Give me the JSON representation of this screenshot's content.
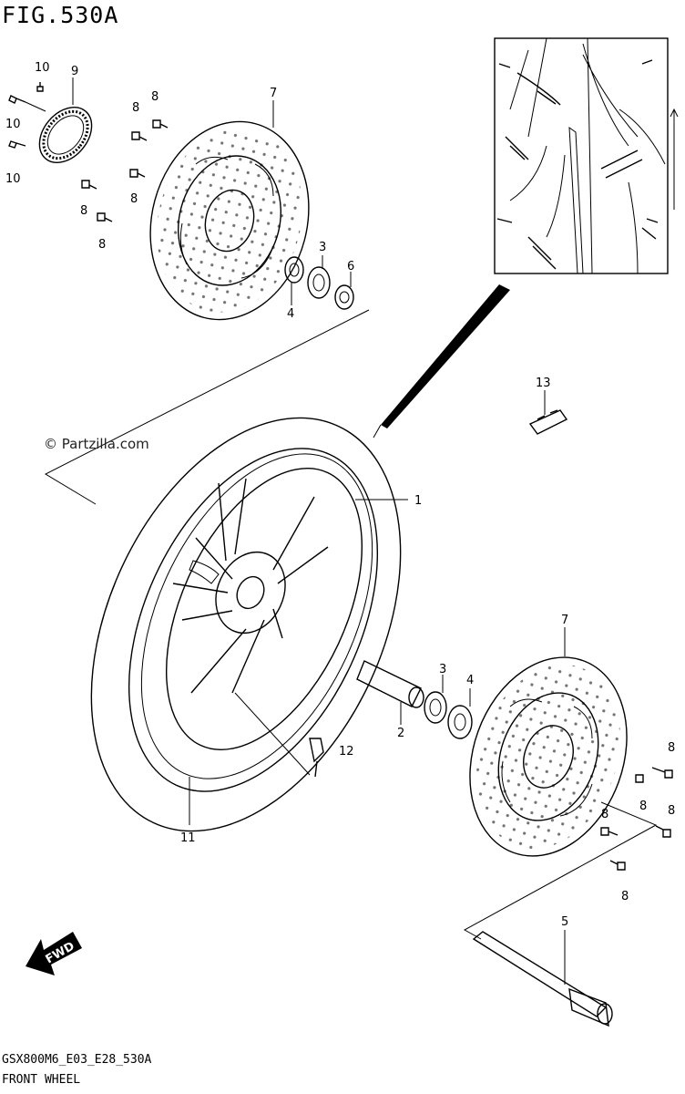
{
  "figure": {
    "title": "FIG.530A",
    "model_code": "GSX800M6_E03_E28_530A",
    "name": "FRONT WHEEL"
  },
  "watermark": "© Partzilla.com",
  "fwd_label": "FWD",
  "callouts": {
    "c1": "1",
    "c2": "2",
    "c3a": "3",
    "c3b": "3",
    "c4a": "4",
    "c4b": "4",
    "c5": "5",
    "c6": "6",
    "c7a": "7",
    "c7b": "7",
    "c8a": "8",
    "c8b": "8",
    "c8c": "8",
    "c8d": "8",
    "c8e": "8",
    "c8f": "8",
    "c8g": "8",
    "c8h": "8",
    "c8i": "8",
    "c8j": "8",
    "c9": "9",
    "c10a": "10",
    "c10b": "10",
    "c10c": "10",
    "c11": "11",
    "c12": "12",
    "c13": "13"
  },
  "colors": {
    "ink": "#000000",
    "paper": "#ffffff"
  }
}
